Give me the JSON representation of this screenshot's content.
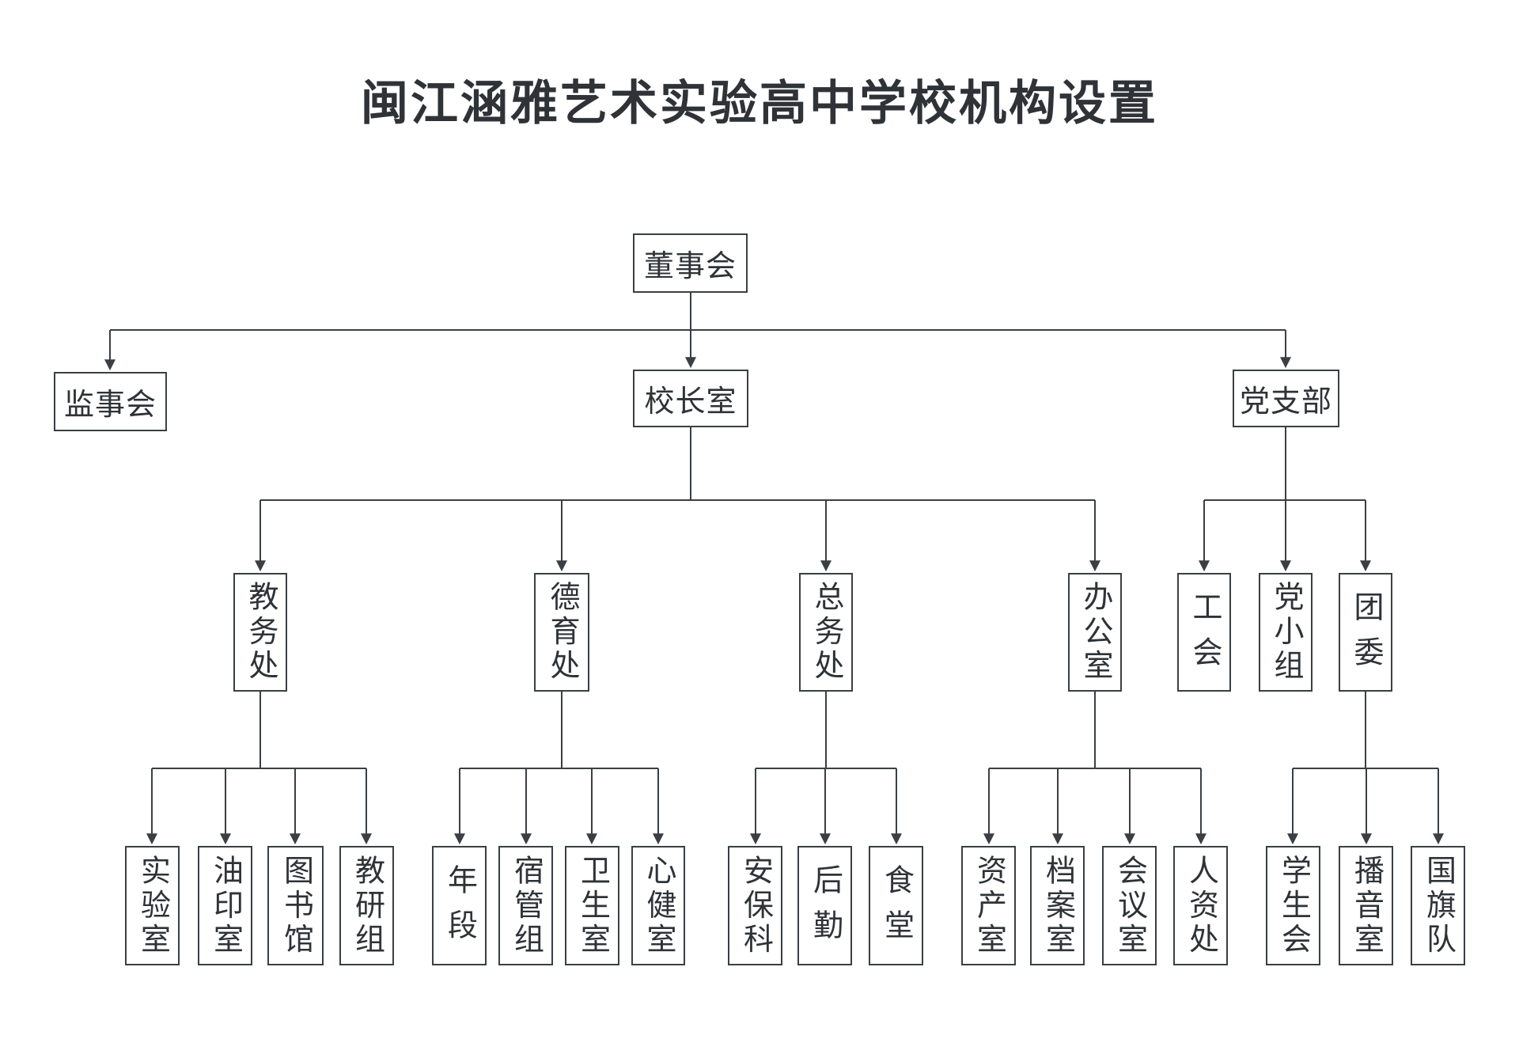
{
  "title": "闽江涵雅艺术实验高中学校机构设置",
  "colors": {
    "line": "#3a3f44",
    "text": "#2f3337",
    "background": "#ffffff",
    "box_fill": "#ffffff"
  },
  "org": {
    "root": {
      "label": "董事会"
    },
    "supervisory": {
      "label": "监事会"
    },
    "principal": {
      "label": "校长室"
    },
    "party": {
      "label": "党支部"
    },
    "principal_departments": [
      {
        "label": "教务处",
        "children": [
          "实验室",
          "油印室",
          "图书馆",
          "教研组"
        ]
      },
      {
        "label": "德育处",
        "children": [
          "年段",
          "宿管组",
          "卫生室",
          "心健室"
        ]
      },
      {
        "label": "总务处",
        "children": [
          "安保科",
          "后勤",
          "食堂"
        ]
      },
      {
        "label": "办公室",
        "children": [
          "资产室",
          "档案室",
          "会议室",
          "人资处"
        ]
      }
    ],
    "party_departments": [
      {
        "label": "工会",
        "children": []
      },
      {
        "label": "党小组",
        "children": []
      },
      {
        "label": "团委",
        "children": [
          "学生会",
          "播音室",
          "国旗队"
        ]
      }
    ]
  }
}
